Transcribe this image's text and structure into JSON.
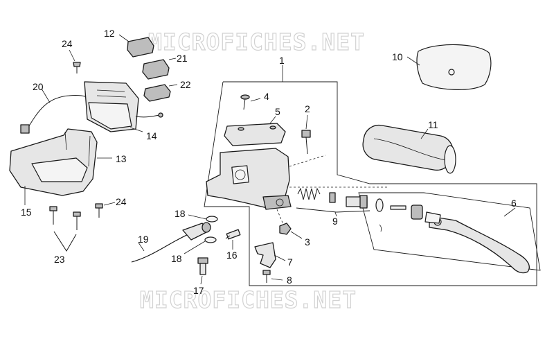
{
  "watermark": "MICROFICHES.NET",
  "callouts": [
    "1",
    "2",
    "3",
    "4",
    "5",
    "6",
    "8",
    "9",
    "10",
    "11",
    "12",
    "13",
    "14",
    "15",
    "16",
    "17",
    "18",
    "19",
    "20",
    "21",
    "22",
    "23",
    "24"
  ],
  "callout_7": "7",
  "callout_18b": "18",
  "callout_24b": "24"
}
